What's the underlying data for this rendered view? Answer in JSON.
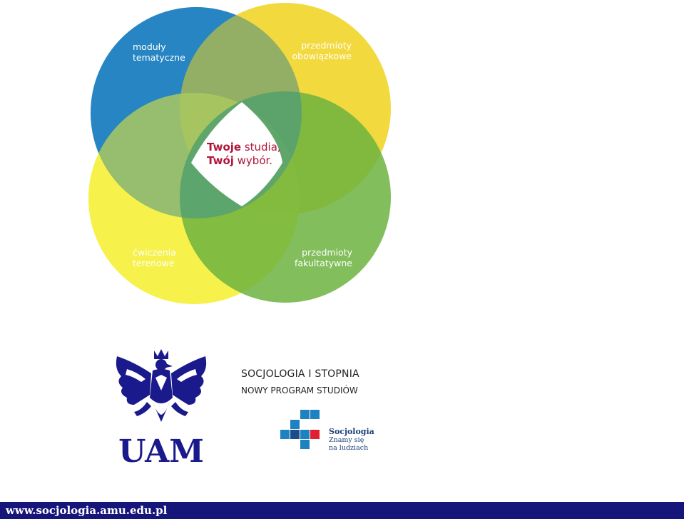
{
  "venn": {
    "labels": {
      "top_left": [
        "moduły",
        "tematyczne"
      ],
      "top_right": [
        "przedmioty",
        "obowiązkowe"
      ],
      "bottom_left": [
        "ćwiczenia",
        "terenowe"
      ],
      "bottom_right": [
        "przedmioty",
        "fakultatywne"
      ]
    },
    "center": {
      "line1_bold": "Twoje",
      "line1_rest": " studia,",
      "line2_bold": "Twój",
      "line2_rest": " wybór."
    },
    "colors": {
      "blue": "#1f82c0",
      "yellow_top": "#f0d21c",
      "yellow_bottom": "#f4ee2c",
      "green": "#6db33f",
      "accent_red": "#b0153a"
    }
  },
  "footer_logo": {
    "university_mark": "UAM",
    "eagle_icon": "uam-eagle-icon",
    "course_title": "SOCJOLOGIA I STOPNIA",
    "course_subtitle": "NOWY PROGRAM STUDIÓW",
    "soc_name": "Socjologia",
    "soc_tagline_1": "Znamy się",
    "soc_tagline_2": "na ludziach"
  },
  "footer": {
    "url": "www.socjologia.amu.edu.pl",
    "bar_color": "#16167a"
  }
}
